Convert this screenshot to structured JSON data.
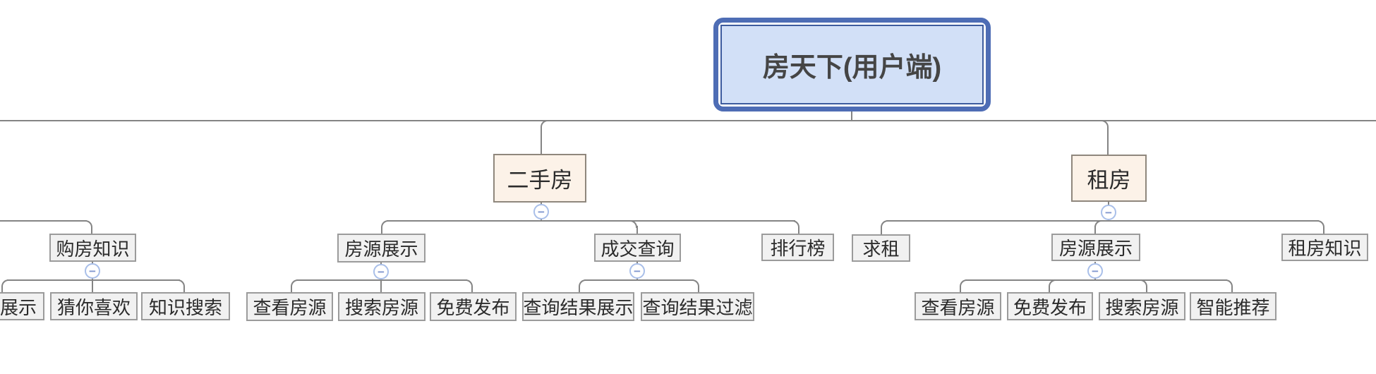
{
  "diagram": {
    "kind": "mindmap-org-chart",
    "root": {
      "label": "房天下(用户端)"
    },
    "level1": [
      {
        "label": "二手房"
      },
      {
        "label": "租房"
      }
    ],
    "level2": [
      {
        "label": "购房知识"
      },
      {
        "label": "房源展示"
      },
      {
        "label": "成交查询"
      },
      {
        "label": "排行榜"
      },
      {
        "label": "求租"
      },
      {
        "label": "房源展示"
      },
      {
        "label": "租房知识"
      }
    ],
    "level3": [
      {
        "label": "展示"
      },
      {
        "label": "猜你喜欢"
      },
      {
        "label": "知识搜索"
      },
      {
        "label": "查看房源"
      },
      {
        "label": "搜索房源"
      },
      {
        "label": "免费发布"
      },
      {
        "label": "查询结果展示"
      },
      {
        "label": "查询结果过滤"
      },
      {
        "label": "查看房源"
      },
      {
        "label": "免费发布"
      },
      {
        "label": "搜索房源"
      },
      {
        "label": "智能推荐"
      }
    ],
    "collapse": {
      "symbol": "−"
    }
  },
  "colors": {
    "line": "#848484",
    "node_fill": "#F1F1F1",
    "node_border": "#9B9B9B",
    "branch_fill": "#FCF2E8",
    "branch_border": "#8F877D",
    "root_border": "#4E6DB5",
    "root_inner": "#3E5C9E",
    "root_fill": "#D2E0F7",
    "root_text": "#454545",
    "text": "#2B2B2B",
    "collapse_ring": "#A9BFE9",
    "collapse_minus": "#8096CE"
  }
}
